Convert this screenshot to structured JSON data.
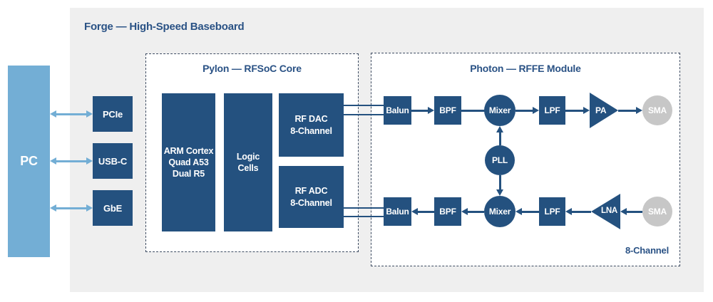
{
  "board": {
    "title": "Forge — High-Speed Baseboard"
  },
  "pc": {
    "label": "PC"
  },
  "host_interfaces": [
    {
      "label": "PCIe"
    },
    {
      "label": "USB-C"
    },
    {
      "label": "GbE"
    }
  ],
  "pylon": {
    "title": "Pylon — RFSoC Core",
    "arm": {
      "line1": "ARM Cortex",
      "line2": "Quad A53",
      "line3": "Dual R5"
    },
    "logic": {
      "line1": "Logic",
      "line2": "Cells"
    },
    "rf_dac": {
      "line1": "RF DAC",
      "line2": "8-Channel"
    },
    "rf_adc": {
      "line1": "RF ADC",
      "line2": "8-Channel"
    }
  },
  "photon": {
    "title": "Photon — RFFE Module",
    "pll": {
      "label": "PLL"
    },
    "channel_note": "8-Channel",
    "tx": {
      "balun": "Balun",
      "bpf": "BPF",
      "mixer": "Mixer",
      "lpf": "LPF",
      "pa": "PA",
      "sma": "SMA"
    },
    "rx": {
      "balun": "Balun",
      "bpf": "BPF",
      "mixer": "Mixer",
      "lpf": "LPF",
      "lna": "LNA",
      "sma": "SMA"
    }
  },
  "colors": {
    "navy": "#24517F",
    "light_blue": "#73AED5",
    "panel_gray": "#EFEFEF",
    "sma_gray": "#C7C7C7",
    "title_text": "#2A5285",
    "dash_border": "#3D4B61",
    "background": "#FFFFFF"
  }
}
